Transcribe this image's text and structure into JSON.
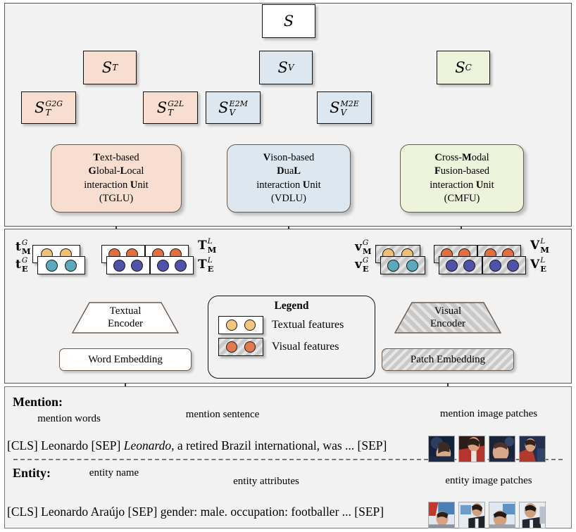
{
  "figure": {
    "title": "Multimodal Entity Linking Architecture",
    "panels": {
      "scores": "score-computation-panel",
      "features": "feature-extraction-panel",
      "inputs": "input-panel"
    }
  },
  "colors": {
    "text_box": "#f7ded0",
    "vision_box": "#dde7ef",
    "cross_box": "#eef3dc",
    "panel_bg": "#f2f2f2",
    "white_box": "#ffffff",
    "gray_hatch": "#c9c9c9",
    "dot_text_mention": "#f0c079",
    "dot_text_entity": "#5aa9bd",
    "dot_vis_mention": "#e0703f",
    "dot_vis_entity": "#4f52a8",
    "dot_legend_text": "#f3c57f",
    "dot_legend_vis": "#e07a4e"
  },
  "scores": {
    "final": {
      "base": "S",
      "sub": "",
      "sup": "",
      "name": "score-final"
    },
    "text_total": {
      "base": "S",
      "sub": "T",
      "sup": "",
      "name": "score-text"
    },
    "vision_total": {
      "base": "S",
      "sub": "V",
      "sup": "",
      "name": "score-vision"
    },
    "cross_total": {
      "base": "S",
      "sub": "C",
      "sup": "",
      "name": "score-cross"
    },
    "text_g2g": {
      "base": "S",
      "sub": "T",
      "sup": "G2G",
      "name": "score-text-g2g"
    },
    "text_g2l": {
      "base": "S",
      "sub": "T",
      "sup": "G2L",
      "name": "score-text-g2l"
    },
    "vision_e2m": {
      "base": "S",
      "sub": "V",
      "sup": "E2M",
      "name": "score-vision-e2m"
    },
    "vision_m2e": {
      "base": "S",
      "sub": "V",
      "sup": "M2E",
      "name": "score-vision-m2e"
    }
  },
  "units": [
    {
      "id": "tglu",
      "lines": [
        {
          "bold": "T",
          "rest": "ext-based"
        },
        {
          "bold": "G",
          "rest": "lobal-",
          "bold2": "L",
          "rest2": "ocal"
        },
        {
          "bold": "",
          "rest": "interaction ",
          "bold2": "U",
          "rest2": "nit"
        },
        {
          "bold": "",
          "rest": "(TGLU)"
        }
      ],
      "acronym": "TGLU",
      "fill": "#f7ded0"
    },
    {
      "id": "vdlu",
      "lines": [
        {
          "bold": "V",
          "rest": "ison-based"
        },
        {
          "bold": "D",
          "rest": "ua",
          "bold2": "L",
          "rest2": ""
        },
        {
          "bold": "",
          "rest": "interaction ",
          "bold2": "U",
          "rest2": "nit"
        },
        {
          "bold": "",
          "rest": "(VDLU)"
        }
      ],
      "acronym": "VDLU",
      "fill": "#dde7ef"
    },
    {
      "id": "cmfu",
      "lines": [
        {
          "bold": "C",
          "rest": "ross-",
          "bold2": "M",
          "rest2": "odal"
        },
        {
          "bold": "F",
          "rest": "usion-based"
        },
        {
          "bold": "",
          "rest": "interaction ",
          "bold2": "U",
          "rest2": "nit"
        },
        {
          "bold": "",
          "rest": "(CMFU)"
        }
      ],
      "acronym": "CMFU",
      "fill": "#eef3dc"
    }
  ],
  "encoders": {
    "textual_encoder": {
      "line1": "Textual",
      "line2": "Encoder"
    },
    "visual_encoder": {
      "line1": "Visual",
      "line2": "Encoder"
    },
    "word_embedding": "Word Embedding",
    "patch_embedding": "Patch Embedding"
  },
  "legend": {
    "title": "Legend",
    "items": [
      {
        "label": "Textual features",
        "box": "white",
        "dot": "#f3c57f"
      },
      {
        "label": "Visual features",
        "box": "gray",
        "dot": "#e07a4e"
      }
    ]
  },
  "feature_labels": {
    "t_global_mention": {
      "base": "t",
      "sub": "M",
      "sup": "G"
    },
    "t_global_entity": {
      "base": "t",
      "sub": "E",
      "sup": "G"
    },
    "T_local_mention": {
      "base": "T",
      "sub": "M",
      "sup": "L"
    },
    "T_local_entity": {
      "base": "T",
      "sub": "E",
      "sup": "L"
    },
    "v_global_mention": {
      "base": "v",
      "sub": "M",
      "sup": "G"
    },
    "v_global_entity": {
      "base": "v",
      "sub": "E",
      "sup": "G"
    },
    "V_local_mention": {
      "base": "V",
      "sub": "M",
      "sup": "L"
    },
    "V_local_entity": {
      "base": "V",
      "sub": "E",
      "sup": "L"
    }
  },
  "inputs": {
    "mention": {
      "heading": "Mention:",
      "brace_words": "mention words",
      "brace_sentence": "mention sentence",
      "brace_patches": "mention image patches",
      "tokens_pre": "[CLS] Leonardo [SEP] ",
      "tokens_italic": "Leonardo",
      "tokens_post": ", a retired Brazil international, was ... [SEP]",
      "patch_count": 4
    },
    "entity": {
      "heading": "Entity:",
      "brace_name": "entity name",
      "brace_attributes": "entity attributes",
      "brace_patches": "entity image patches",
      "tokens_pre": "[CLS] Leonardo Araújo [SEP] ",
      "tokens_post": "gender: male. occupation: footballer ... [SEP]",
      "patch_count": 4
    }
  }
}
